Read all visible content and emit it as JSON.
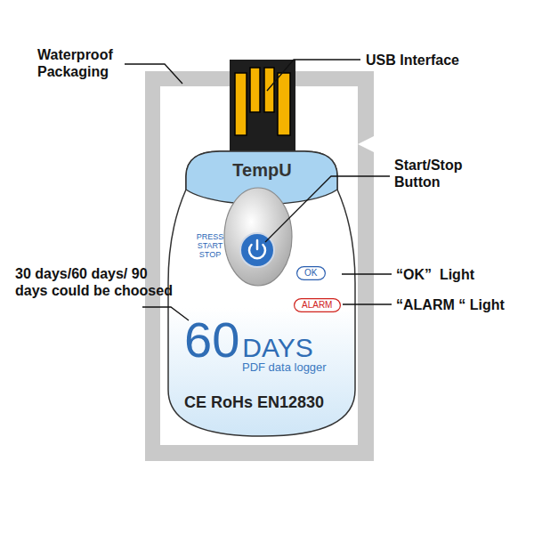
{
  "diagram": {
    "nodes": [
      {
        "text": [
          "TempU",
          "PRESS START STOP",
          "60",
          "DAYS",
          "PDF data logger",
          "CE RoHs EN12830"
        ]
      },
      {
        "text": [
          "OK"
        ],
        "in": 0
      },
      {
        "text": [
          "ALARM"
        ],
        "in": 0
      }
    ],
    "labels": [
      "Waterproof Packaging",
      "USB Interface",
      "Start/Stop Button",
      "30 days/60 days/ 90 days could be choosed",
      "“OK”  Light",
      "“ALARM “ Light"
    ]
  }
}
